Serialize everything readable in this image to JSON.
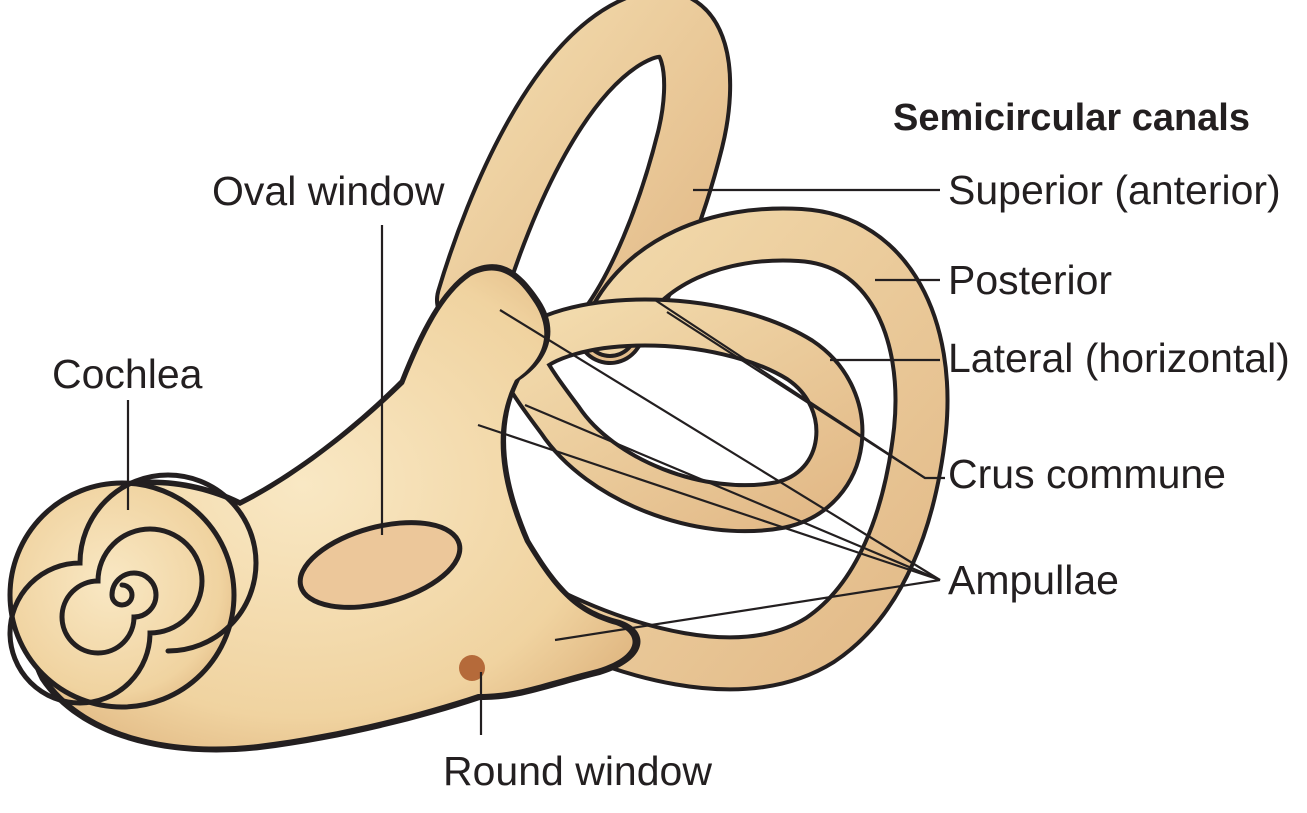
{
  "diagram": {
    "heading": "Semicircular canals",
    "labels": {
      "oval_window": "Oval window",
      "cochlea": "Cochlea",
      "round_window": "Round window",
      "superior": "Superior (anterior)",
      "posterior": "Posterior",
      "lateral": "Lateral (horizontal)",
      "crus_commune": "Crus commune",
      "ampullae": "Ampullae"
    },
    "colors": {
      "body_fill": "#f2d9a6",
      "body_highlight": "#f9e8c4",
      "outline": "#231f20",
      "window_fill": "#ecc79a",
      "round_window": "#b56a3a"
    }
  }
}
